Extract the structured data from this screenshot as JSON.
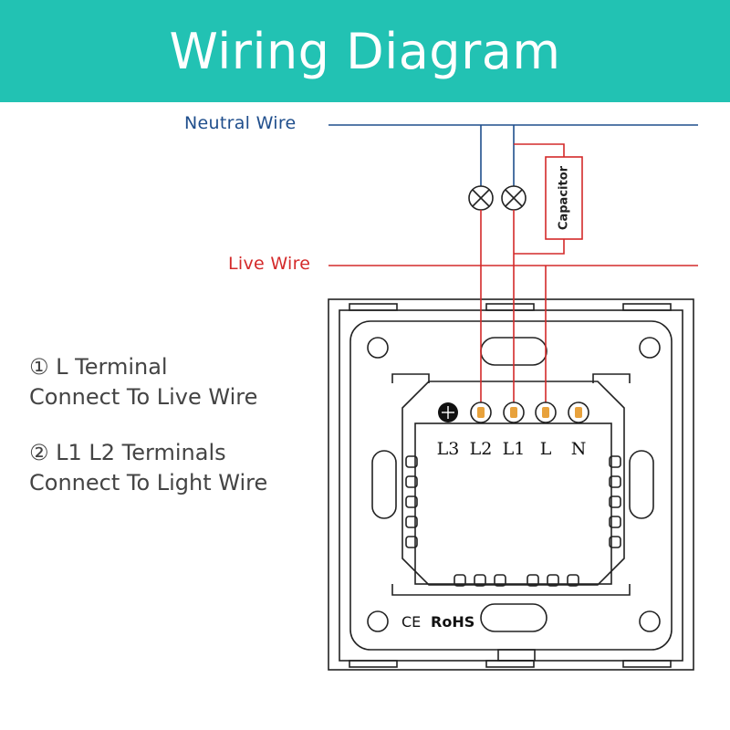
{
  "header": {
    "title": "Wiring Diagram"
  },
  "wires": {
    "neutral_label": "Neutral Wire",
    "live_label": "Live Wire",
    "neutral_color": "#1f4e8c",
    "live_color": "#d42a2a"
  },
  "capacitor_label": "Capacitor",
  "instructions": [
    {
      "line1": "① L Terminal",
      "line2": "Connect To Live Wire"
    },
    {
      "line1": "② L1 L2 Terminals",
      "line2": "Connect To Light Wire"
    }
  ],
  "terminals": [
    "L3",
    "L2",
    "L1",
    "L",
    "N"
  ],
  "certifications": {
    "ce": "CE",
    "rohs": "RoHS"
  },
  "colors": {
    "header_bg": "#22c2b3",
    "line": "#222222"
  }
}
